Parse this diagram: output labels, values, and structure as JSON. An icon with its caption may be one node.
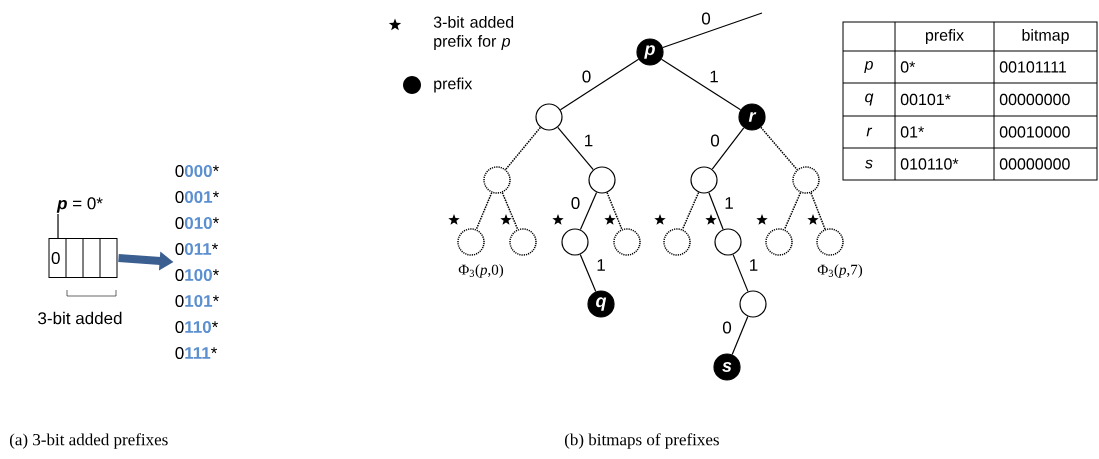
{
  "diagram": {
    "nodes": [
      {
        "text": [
          "**p** = 0*"
        ]
      },
      {
        "text": [
          "0"
        ],
        "beside": [
          "3-bit added"
        ]
      },
      {
        "text": [
          "0**000***",
          "0**001***",
          "0**010***",
          "0**011***",
          "0**100***",
          "0**101***",
          "0**110***",
          "0**111***"
        ]
      },
      {
        "text": [
          "p"
        ]
      },
      {
        "text": [],
        "shape": "circle"
      },
      {
        "text": [
          "r"
        ]
      },
      {
        "text": [],
        "shape": "circle"
      },
      {
        "text": [],
        "shape": "circle"
      },
      {
        "text": [],
        "shape": "circle"
      },
      {
        "text": [],
        "shape": "circle"
      },
      {
        "text": [],
        "shape": "circle",
        "beside": [
          "Φ$_{3}$(*p*,0)"
        ]
      },
      {
        "text": [],
        "shape": "circle"
      },
      {
        "text": [],
        "shape": "circle"
      },
      {
        "text": [],
        "shape": "circle"
      },
      {
        "text": [],
        "shape": "circle"
      },
      {
        "text": [],
        "shape": "circle"
      },
      {
        "text": [],
        "shape": "circle"
      },
      {
        "text": [],
        "shape": "circle",
        "beside": [
          "Φ$_{3}$(*p*,7)"
        ]
      },
      {
        "text": [
          "q"
        ]
      },
      {
        "text": [],
        "shape": "circle"
      },
      {
        "text": [
          "s"
        ]
      }
    ],
    "edges": [
      {
        "from": 0,
        "to": 1,
        "arrow": "none"
      },
      {
        "from": 1,
        "to": 2,
        "arrow": "to",
        "style": "thick",
        "color": "#3b5f91"
      },
      {
        "from": null,
        "to": 3,
        "arrow": "none",
        "label": "0"
      },
      {
        "from": 3,
        "to": 4,
        "arrow": "none",
        "label": "0"
      },
      {
        "from": 3,
        "to": 5,
        "arrow": "none",
        "label": "1"
      },
      {
        "from": 4,
        "to": 6,
        "arrow": "none",
        "style": "dashed"
      },
      {
        "from": 4,
        "to": 7,
        "arrow": "none",
        "label": "1"
      },
      {
        "from": 5,
        "to": 8,
        "arrow": "none",
        "label": "0"
      },
      {
        "from": 5,
        "to": 9,
        "arrow": "none",
        "style": "dashed"
      },
      {
        "from": 6,
        "to": 10,
        "arrow": "none",
        "style": "dashed"
      },
      {
        "from": 6,
        "to": 11,
        "arrow": "none",
        "style": "dashed"
      },
      {
        "from": 7,
        "to": 12,
        "arrow": "none",
        "label": "0"
      },
      {
        "from": 7,
        "to": 13,
        "arrow": "none",
        "style": "dashed"
      },
      {
        "from": 8,
        "to": 14,
        "arrow": "none",
        "style": "dashed"
      },
      {
        "from": 8,
        "to": 15,
        "arrow": "none",
        "label": "1"
      },
      {
        "from": 9,
        "to": 16,
        "arrow": "none",
        "style": "dashed"
      },
      {
        "from": 9,
        "to": 17,
        "arrow": "none",
        "style": "dashed"
      },
      {
        "from": 12,
        "to": 18,
        "arrow": "none",
        "label": "1"
      },
      {
        "from": 15,
        "to": 19,
        "arrow": "none",
        "label": "1"
      },
      {
        "from": 19,
        "to": 20,
        "arrow": "none",
        "label": "0"
      }
    ],
    "labels": [
      "prefix",
      "bitmap",
      "p",
      "0*",
      "00101111",
      "q",
      "00101*",
      "00000000",
      "r",
      "01*",
      "00010000",
      "s",
      "010110*",
      "00000000",
      "(a) 3-bit added prefixes",
      "(b) bitmaps of prefixes"
    ],
    "legend": [
      {
        "text": "3-bit added prefix for *p*"
      },
      {
        "text": "prefix"
      }
    ]
  }
}
